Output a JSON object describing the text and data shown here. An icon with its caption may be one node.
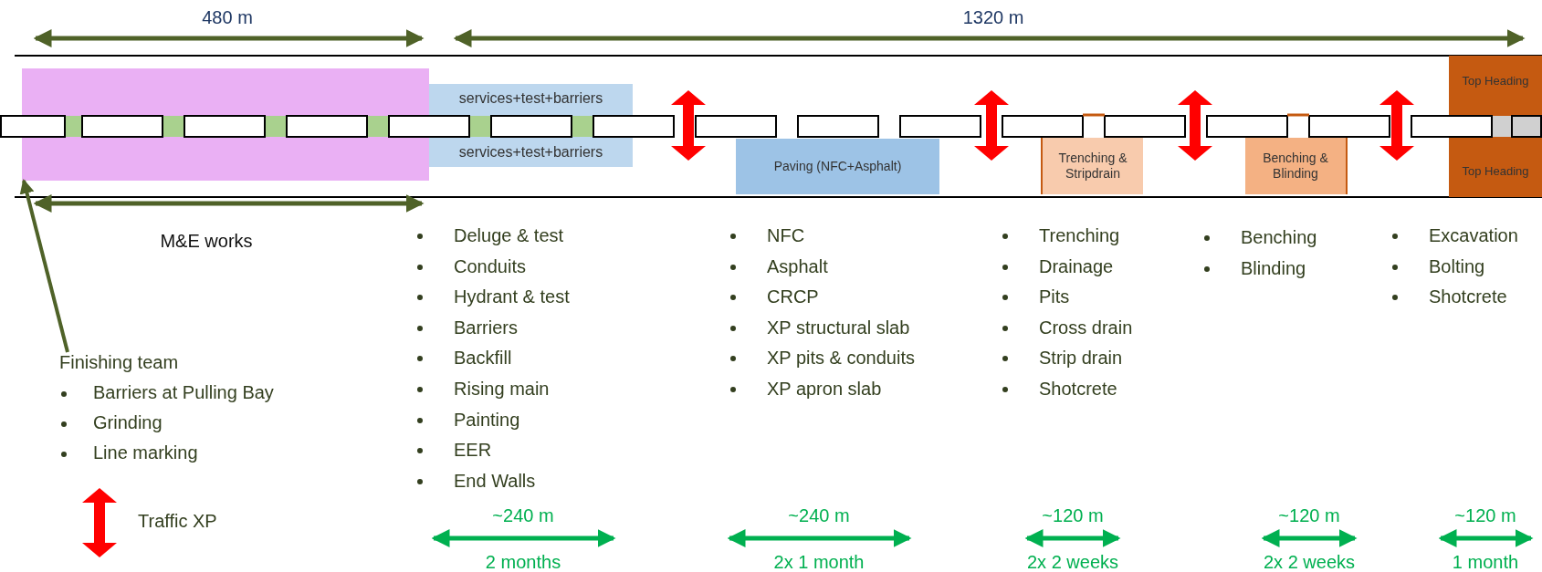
{
  "diagram": {
    "nodes": [
      {
        "text": [],
        "shape": "box"
      },
      {
        "text": [
          "services+test+barriers",
          "services+test+barriers"
        ]
      },
      {
        "text": [
          "Paving (NFC+Asphalt)"
        ]
      },
      {
        "text": [
          "Trenching & Stripdrain"
        ]
      },
      {
        "text": [
          "Benching & Blinding"
        ]
      },
      {
        "text": [
          "Top Heading",
          "Top Heading"
        ]
      },
      {
        "text": [
          "Finishing team",
          "Barriers at Pulling Bay",
          "Grinding",
          "Line marking"
        ]
      }
    ],
    "edges": [
      {
        "from": 6,
        "to": 0,
        "arrow": "to"
      }
    ],
    "labels": [
      "480 m",
      "1320 m",
      "M&E works",
      "Deluge & test",
      "Conduits",
      "Hydrant & test",
      "Barriers",
      "Backfill",
      "Rising main",
      "Painting",
      "EER",
      "End Walls",
      "NFC",
      "Asphalt",
      "CRCP",
      "XP structural slab",
      "XP pits & conduits",
      "XP apron slab",
      "Trenching",
      "Drainage",
      "Pits",
      "Cross drain",
      "Strip drain",
      "Shotcrete",
      "Benching",
      "Blinding",
      "Excavation",
      "Bolting",
      "Shotcrete",
      "~240 m",
      "2 months",
      "~240 m",
      "2x 1 month",
      "~120 m",
      "2x 2 weeks",
      "~120 m",
      "2x 2 weeks",
      "~120 m",
      "1 month"
    ],
    "legend": [
      {
        "text": "Traffic XP"
      }
    ]
  }
}
